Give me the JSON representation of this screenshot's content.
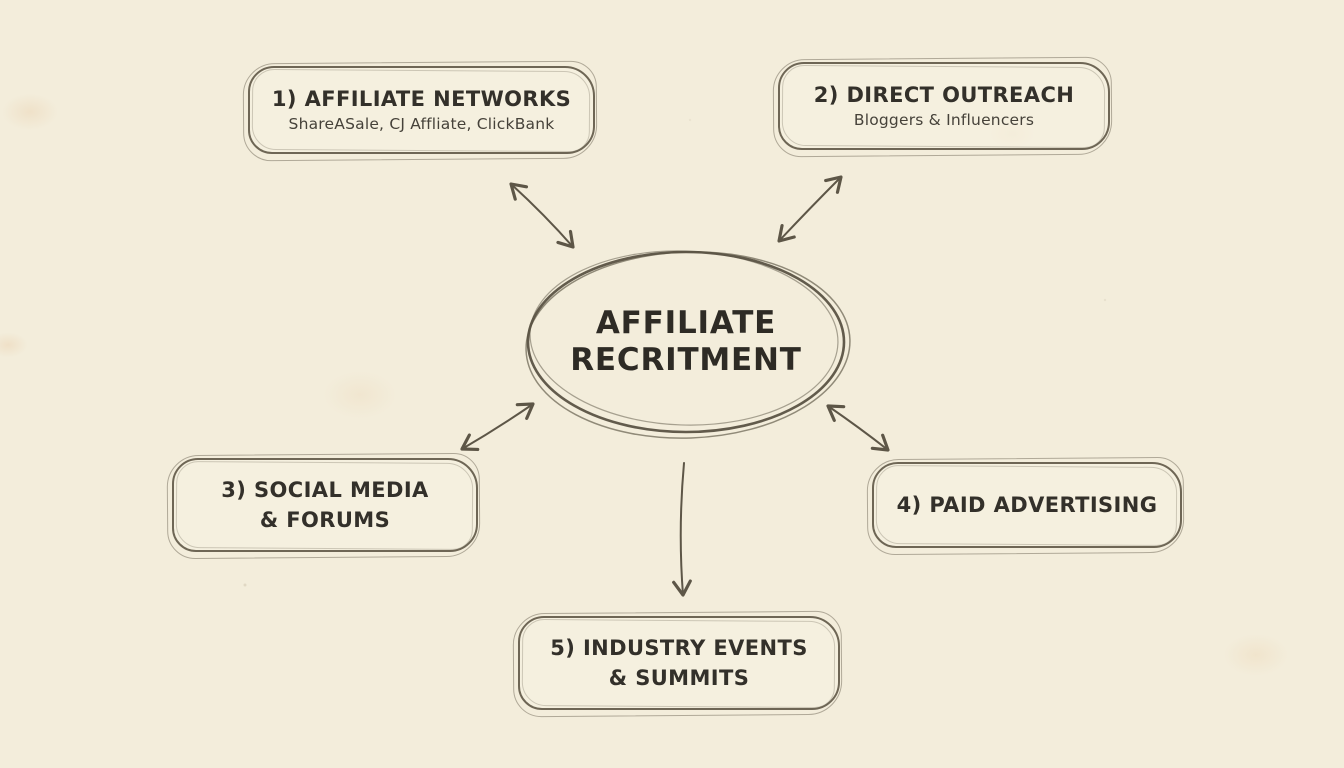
{
  "page": {
    "background_color": "#f3eddb",
    "ink_color": "#33302a",
    "sketch_color": "#625b4c"
  },
  "center": {
    "line1": "AFFILIATE",
    "line2": "RECRITMENT"
  },
  "nodes": [
    {
      "label": "1) AFFILIATE NETWORKS",
      "sublabel": "ShareASale, CJ Affliate, ClickBank"
    },
    {
      "label": "2) DIRECT OUTREACH",
      "sublabel": "Bloggers & Influencers"
    },
    {
      "label": "3) SOCIAL MEDIA",
      "label2": "& FORUMS"
    },
    {
      "label": "4) PAID ADVERTISING"
    },
    {
      "label": "5) INDUSTRY EVENTS",
      "label2": "& SUMMITS"
    }
  ]
}
